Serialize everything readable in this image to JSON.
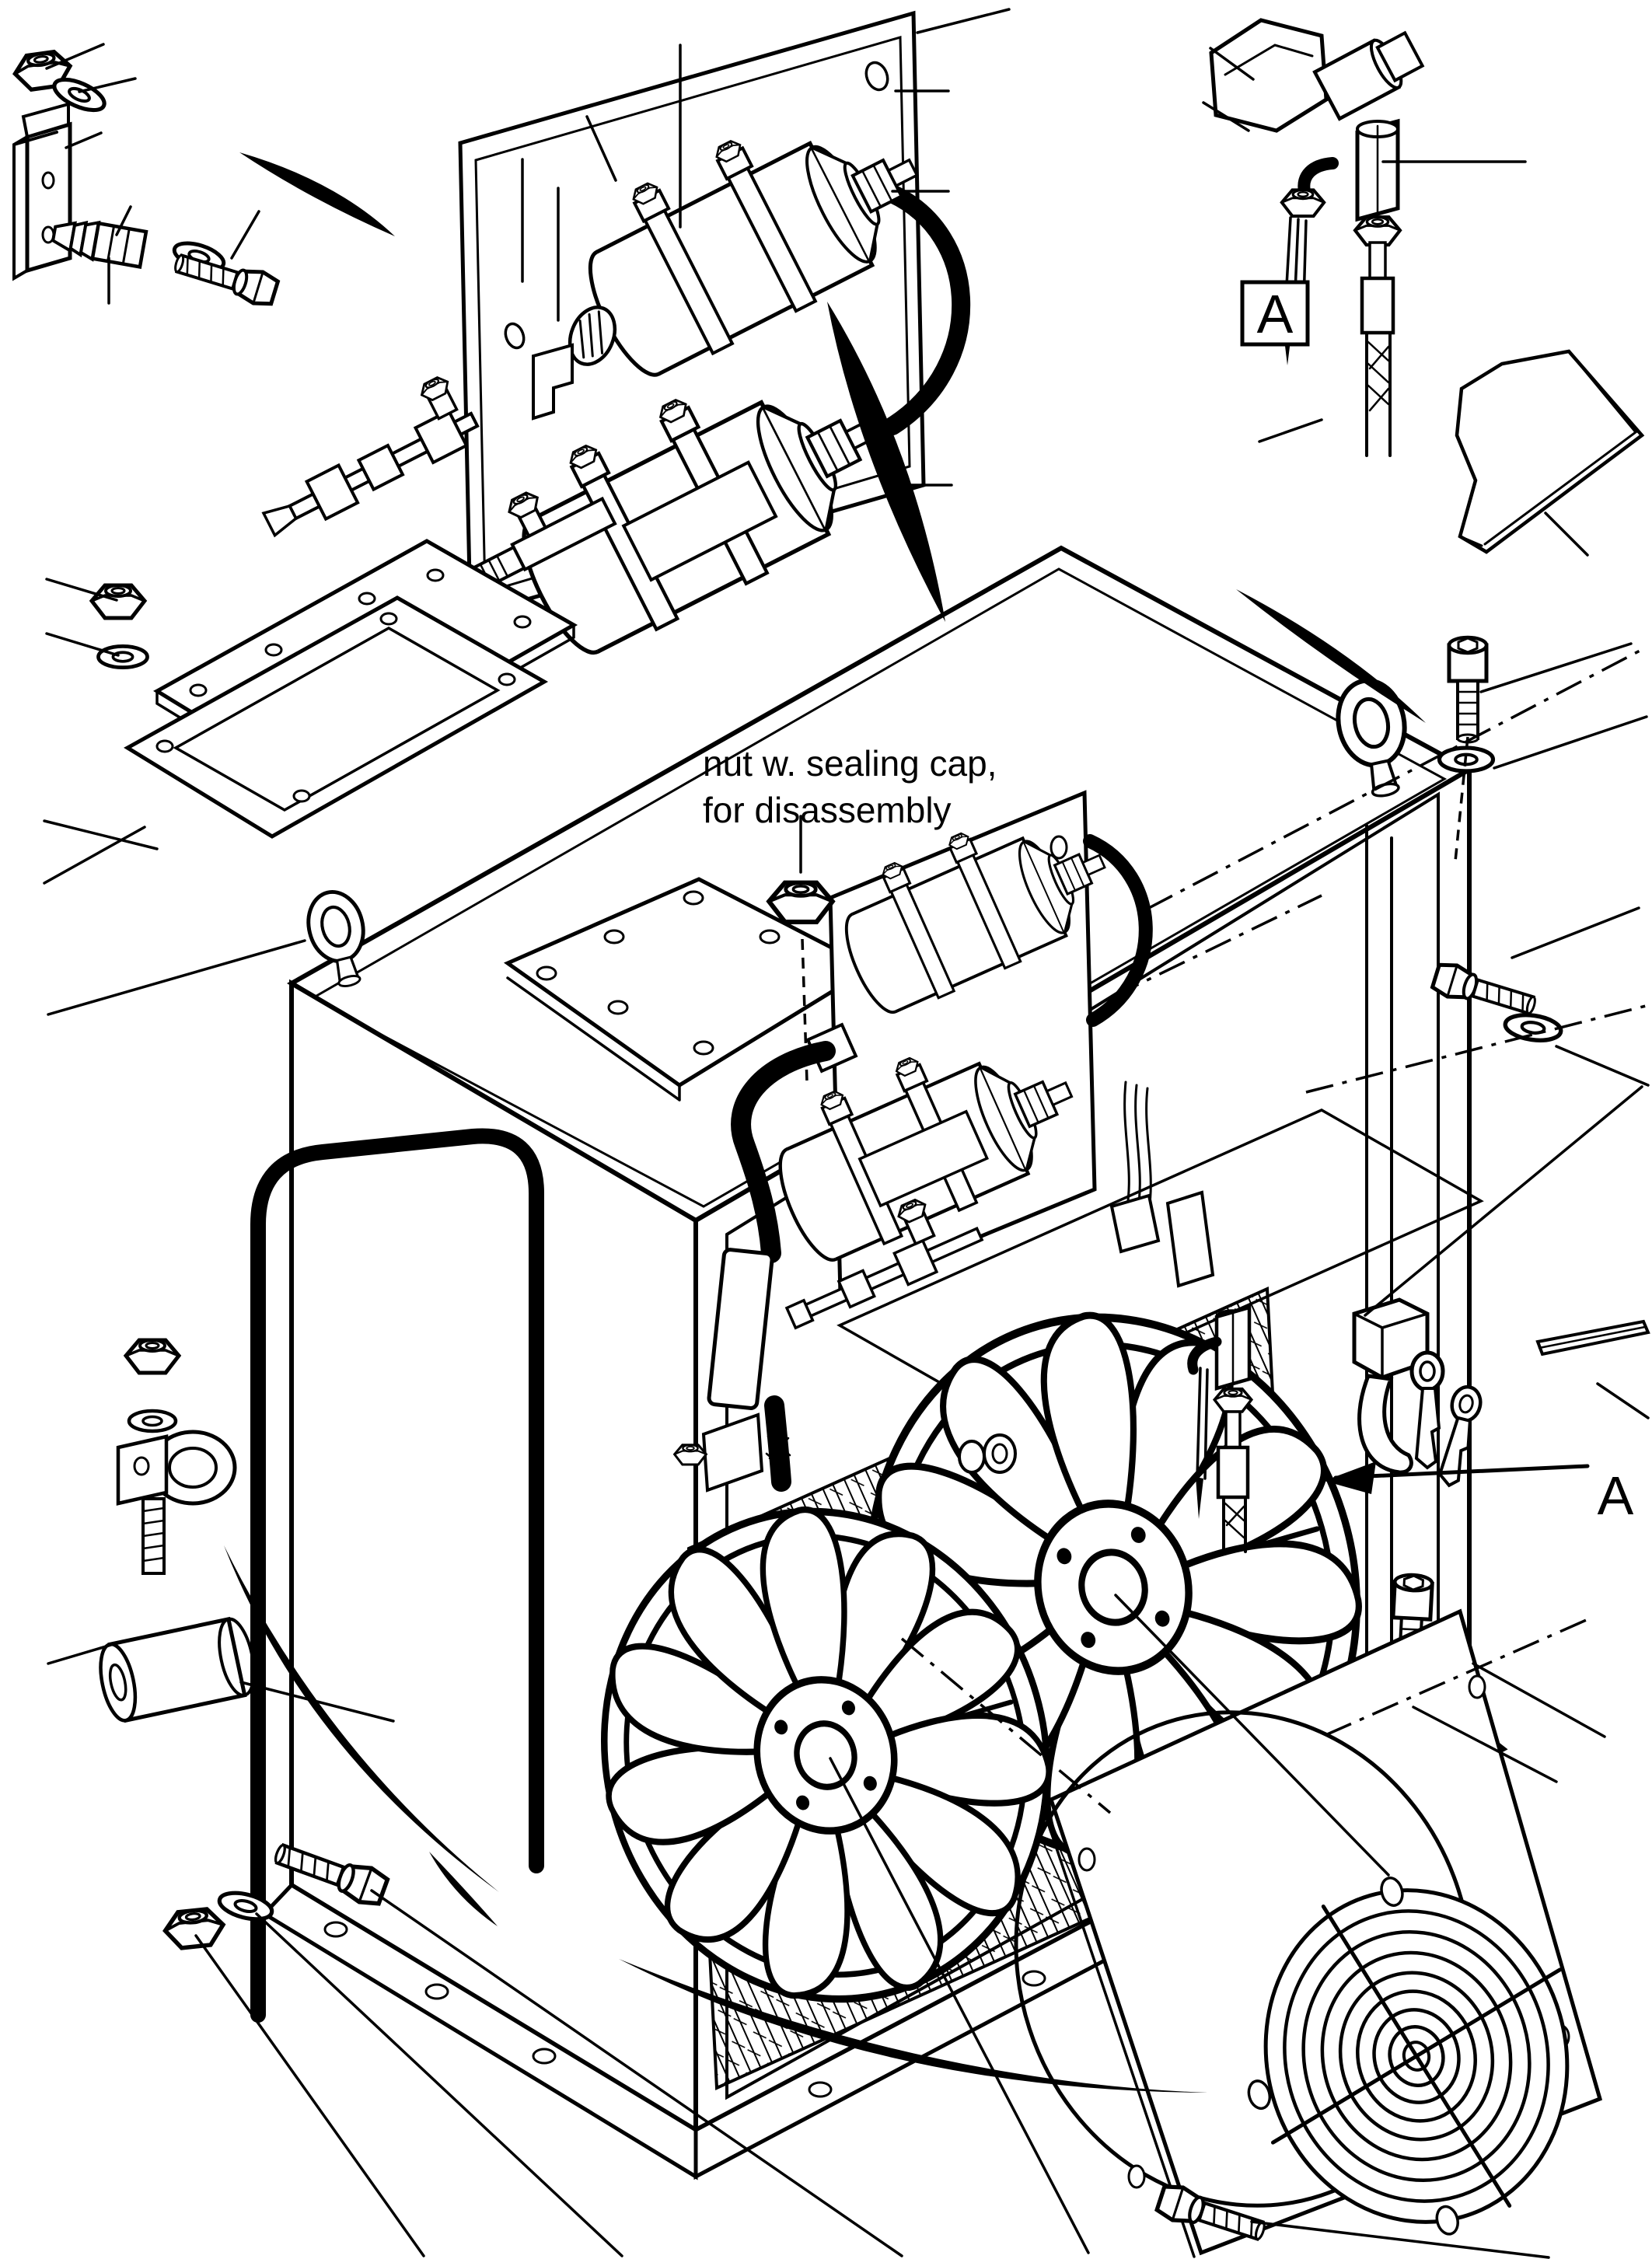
{
  "colors": {
    "background": "#ffffff",
    "ink": "#000000"
  },
  "annotations": {
    "note": {
      "line1": "nut w. sealing cap,",
      "line2": "for disassembly"
    },
    "detail_box_label": "A",
    "detail_arrow_label": "A"
  },
  "parts": [
    "lock-nut",
    "flat-washer",
    "mounting-bracket",
    "drain-valve",
    "hex-bolt",
    "upper-filter-plate",
    "receiver-drier-bottle",
    "loop-tube",
    "sight-glass",
    "shutoff-valve",
    "tee-fitting",
    "sealing-cap-nut",
    "cover-plate",
    "gasket-plate",
    "eye-bolt",
    "hydraulic-tank",
    "suction-hose-loop",
    "top-cover-plate",
    "inner-filter-plate",
    "pressure-hose",
    "hose-sleeve",
    "cooling-fan",
    "condenser-core",
    "fan-bracket",
    "wiring-harness",
    "temperature-sensor",
    "connector-plug",
    "braided-hose",
    "lock-handle",
    "keys",
    "rubber-strip",
    "socket-head-screw",
    "flange-bolt",
    "spacer-sleeve",
    "threaded-stud",
    "hose-clamp",
    "fan-guard-panel",
    "fan-guard-grille",
    "sheet-panel"
  ]
}
